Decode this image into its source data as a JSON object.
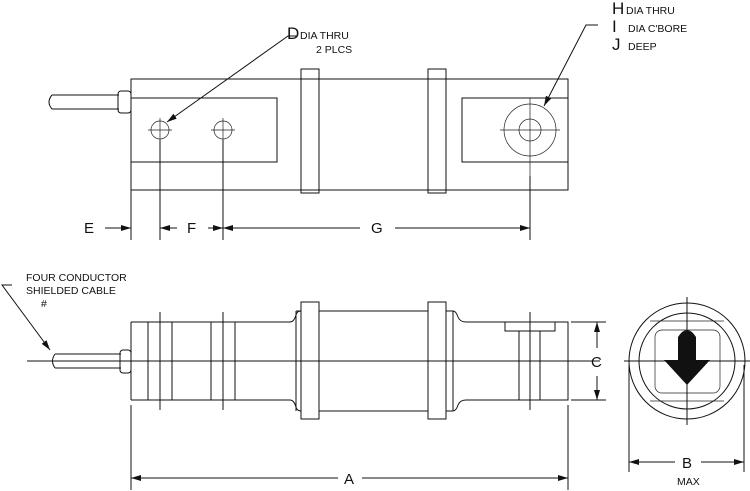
{
  "title": "Load cell dimension drawing",
  "callouts": {
    "d_letter": "D",
    "d_text": "DIA THRU",
    "d_sub": "2 PLCS",
    "h_letter": "H",
    "h_text": "DIA THRU",
    "i_letter": "I",
    "i_text": "DIA C'BORE",
    "j_letter": "J",
    "j_text": "DEEP",
    "cable_line1": "FOUR CONDUCTOR",
    "cable_line2": "SHIELDED CABLE",
    "cable_mark": "#"
  },
  "dimensions": {
    "a": "A",
    "b": "B",
    "b_note": "MAX",
    "c": "C",
    "e": "E",
    "f": "F",
    "g": "G"
  }
}
